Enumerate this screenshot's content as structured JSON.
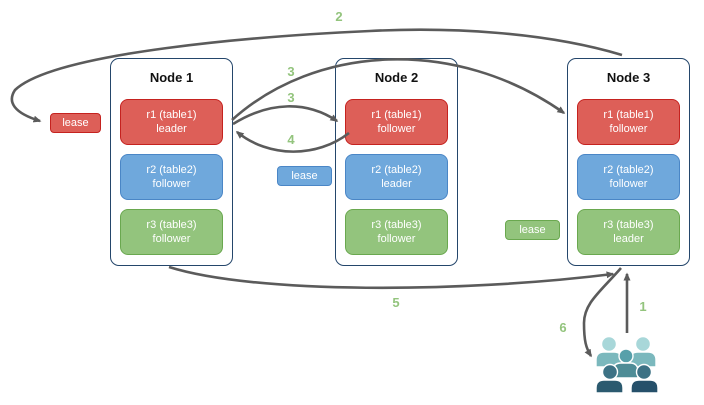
{
  "nodes": [
    {
      "title": "Node 1",
      "replicas": [
        {
          "range": "r1 (table1)",
          "role": "leader",
          "color": "red"
        },
        {
          "range": "r2 (table2)",
          "role": "follower",
          "color": "blue"
        },
        {
          "range": "r3 (table3)",
          "role": "follower",
          "color": "green"
        }
      ]
    },
    {
      "title": "Node 2",
      "replicas": [
        {
          "range": "r1 (table1)",
          "role": "follower",
          "color": "red"
        },
        {
          "range": "r2 (table2)",
          "role": "leader",
          "color": "blue"
        },
        {
          "range": "r3 (table3)",
          "role": "follower",
          "color": "green"
        }
      ]
    },
    {
      "title": "Node 3",
      "replicas": [
        {
          "range": "r1 (table1)",
          "role": "follower",
          "color": "red"
        },
        {
          "range": "r2 (table2)",
          "role": "follower",
          "color": "blue"
        },
        {
          "range": "r3 (table3)",
          "role": "leader",
          "color": "green"
        }
      ]
    }
  ],
  "leases": [
    {
      "label": "lease",
      "color": "red"
    },
    {
      "label": "lease",
      "color": "blue"
    },
    {
      "label": "lease",
      "color": "green"
    }
  ],
  "steps": [
    "1",
    "2",
    "3",
    "3",
    "4",
    "5",
    "6"
  ],
  "icons": {
    "users": "users-group"
  },
  "colors": {
    "red_fill": "#dd5f58",
    "red_border": "#c5221f",
    "blue_fill": "#6fa8dc",
    "blue_border": "#4a86c6",
    "green_fill": "#93c47d",
    "green_border": "#6aa84f",
    "node_border": "#24466b",
    "arrow": "#5b5b5b",
    "step_text": "#93c47d",
    "users_light": "#a8d7d9",
    "users_light_body": "#7bb8bd",
    "users_medium": "#57a0aa",
    "users_medium_body": "#4e8c96",
    "users_dark": "#3d7285",
    "users_dark_body": "#2b5a6f"
  }
}
